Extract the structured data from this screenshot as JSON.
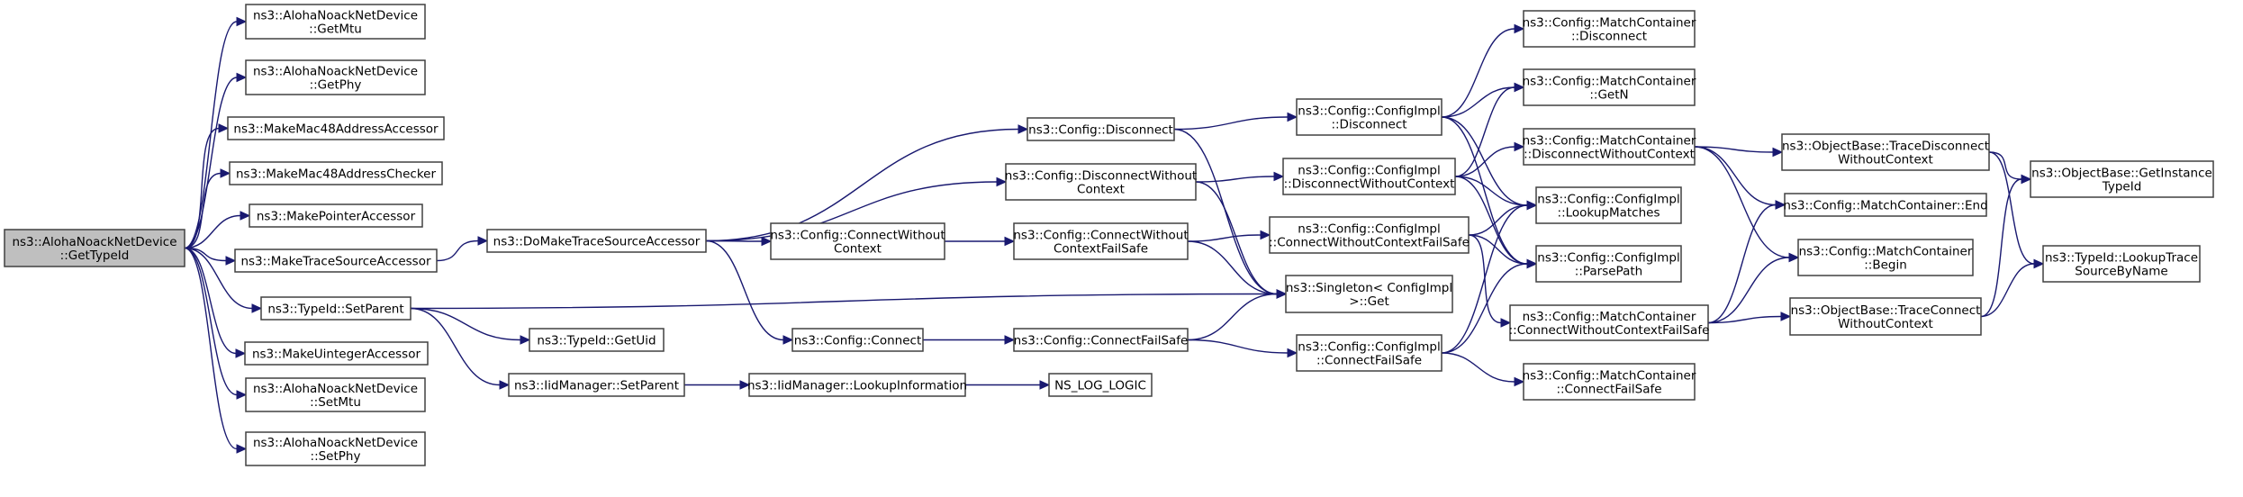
{
  "graph": {
    "type": "call-graph",
    "edge_color": "#191970",
    "root_fill": "#bfbfbf",
    "nodes": [
      {
        "id": "root",
        "lines": [
          "ns3::AlohaNoackNetDevice",
          "::GetTypeId"
        ],
        "root": true
      },
      {
        "id": "getmtu",
        "lines": [
          "ns3::AlohaNoackNetDevice",
          "::GetMtu"
        ]
      },
      {
        "id": "getphy",
        "lines": [
          "ns3::AlohaNoackNetDevice",
          "::GetPhy"
        ]
      },
      {
        "id": "mac48acc",
        "lines": [
          "ns3::MakeMac48AddressAccessor"
        ]
      },
      {
        "id": "mac48chk",
        "lines": [
          "ns3::MakeMac48AddressChecker"
        ]
      },
      {
        "id": "ptracc",
        "lines": [
          "ns3::MakePointerAccessor"
        ]
      },
      {
        "id": "traceacc",
        "lines": [
          "ns3::MakeTraceSourceAccessor"
        ]
      },
      {
        "id": "setparent",
        "lines": [
          "ns3::TypeId::SetParent"
        ]
      },
      {
        "id": "uintacc",
        "lines": [
          "ns3::MakeUintegerAccessor"
        ]
      },
      {
        "id": "setmtu",
        "lines": [
          "ns3::AlohaNoackNetDevice",
          "::SetMtu"
        ]
      },
      {
        "id": "setphy",
        "lines": [
          "ns3::AlohaNoackNetDevice",
          "::SetPhy"
        ]
      },
      {
        "id": "domake",
        "lines": [
          "ns3::DoMakeTraceSourceAccessor"
        ]
      },
      {
        "id": "getuid",
        "lines": [
          "ns3::TypeId::GetUid"
        ]
      },
      {
        "id": "iidsetparent",
        "lines": [
          "ns3::IidManager::SetParent"
        ]
      },
      {
        "id": "cfgdisc",
        "lines": [
          "ns3::Config::Disconnect"
        ]
      },
      {
        "id": "cfgdiscwc",
        "lines": [
          "ns3::Config::DisconnectWithout",
          "Context"
        ]
      },
      {
        "id": "cfgconnwc",
        "lines": [
          "ns3::Config::ConnectWithout",
          "Context"
        ]
      },
      {
        "id": "cfgconnwcfs",
        "lines": [
          "ns3::Config::ConnectWithout",
          "ContextFailSafe"
        ]
      },
      {
        "id": "cfgconn",
        "lines": [
          "ns3::Config::Connect"
        ]
      },
      {
        "id": "cfgconnfs",
        "lines": [
          "ns3::Config::ConnectFailSafe"
        ]
      },
      {
        "id": "lookupinfo",
        "lines": [
          "ns3::IidManager::LookupInformation"
        ]
      },
      {
        "id": "nslog",
        "lines": [
          "NS_LOG_LOGIC"
        ]
      },
      {
        "id": "implDisc",
        "lines": [
          "ns3::Config::ConfigImpl",
          "::Disconnect"
        ]
      },
      {
        "id": "implDiscWc",
        "lines": [
          "ns3::Config::ConfigImpl",
          "::DisconnectWithoutContext"
        ]
      },
      {
        "id": "implConnWcFs",
        "lines": [
          "ns3::Config::ConfigImpl",
          "::ConnectWithoutContextFailSafe"
        ]
      },
      {
        "id": "singleton",
        "lines": [
          "ns3::Singleton< ConfigImpl",
          ">::Get"
        ]
      },
      {
        "id": "implConnFs",
        "lines": [
          "ns3::Config::ConfigImpl",
          "::ConnectFailSafe"
        ]
      },
      {
        "id": "mcDisc",
        "lines": [
          "ns3::Config::MatchContainer",
          "::Disconnect"
        ]
      },
      {
        "id": "mcGetN",
        "lines": [
          "ns3::Config::MatchContainer",
          "::GetN"
        ]
      },
      {
        "id": "mcDiscWc",
        "lines": [
          "ns3::Config::MatchContainer",
          "::DisconnectWithoutContext"
        ]
      },
      {
        "id": "lookupMatches",
        "lines": [
          "ns3::Config::ConfigImpl",
          "::LookupMatches"
        ]
      },
      {
        "id": "parsePath",
        "lines": [
          "ns3::Config::ConfigImpl",
          "::ParsePath"
        ]
      },
      {
        "id": "mcConnWcFs",
        "lines": [
          "ns3::Config::MatchContainer",
          "::ConnectWithoutContextFailSafe"
        ]
      },
      {
        "id": "mcConnFs",
        "lines": [
          "ns3::Config::MatchContainer",
          "::ConnectFailSafe"
        ]
      },
      {
        "id": "traceDiscWc",
        "lines": [
          "ns3::ObjectBase::TraceDisconnect",
          "WithoutContext"
        ]
      },
      {
        "id": "mcEnd",
        "lines": [
          "ns3::Config::MatchContainer::End"
        ]
      },
      {
        "id": "mcBegin",
        "lines": [
          "ns3::Config::MatchContainer",
          "::Begin"
        ]
      },
      {
        "id": "traceConnWc",
        "lines": [
          "ns3::ObjectBase::TraceConnect",
          "WithoutContext"
        ]
      },
      {
        "id": "getInstTypeId",
        "lines": [
          "ns3::ObjectBase::GetInstance",
          "TypeId"
        ]
      },
      {
        "id": "lookupTrace",
        "lines": [
          "ns3::TypeId::LookupTrace",
          "SourceByName"
        ]
      }
    ],
    "edges": [
      [
        "root",
        "getmtu"
      ],
      [
        "root",
        "getphy"
      ],
      [
        "root",
        "mac48acc"
      ],
      [
        "root",
        "mac48chk"
      ],
      [
        "root",
        "ptracc"
      ],
      [
        "root",
        "traceacc"
      ],
      [
        "root",
        "setparent"
      ],
      [
        "root",
        "uintacc"
      ],
      [
        "root",
        "setmtu"
      ],
      [
        "root",
        "setphy"
      ],
      [
        "traceacc",
        "domake"
      ],
      [
        "setparent",
        "singleton"
      ],
      [
        "setparent",
        "getuid"
      ],
      [
        "setparent",
        "iidsetparent"
      ],
      [
        "domake",
        "cfgdisc"
      ],
      [
        "domake",
        "cfgdiscwc"
      ],
      [
        "domake",
        "cfgconnwc"
      ],
      [
        "domake",
        "cfgconn"
      ],
      [
        "iidsetparent",
        "lookupinfo"
      ],
      [
        "lookupinfo",
        "nslog"
      ],
      [
        "cfgconnwc",
        "cfgconnwcfs"
      ],
      [
        "cfgconn",
        "cfgconnfs"
      ],
      [
        "cfgdisc",
        "implDisc"
      ],
      [
        "cfgdisc",
        "singleton"
      ],
      [
        "cfgdiscwc",
        "implDiscWc"
      ],
      [
        "cfgdiscwc",
        "singleton"
      ],
      [
        "cfgconnwcfs",
        "implConnWcFs"
      ],
      [
        "cfgconnwcfs",
        "singleton"
      ],
      [
        "cfgconnfs",
        "implConnFs"
      ],
      [
        "cfgconnfs",
        "singleton"
      ],
      [
        "implDisc",
        "mcDisc"
      ],
      [
        "implDisc",
        "mcGetN"
      ],
      [
        "implDisc",
        "lookupMatches"
      ],
      [
        "implDisc",
        "parsePath"
      ],
      [
        "implDiscWc",
        "mcGetN"
      ],
      [
        "implDiscWc",
        "mcDiscWc"
      ],
      [
        "implDiscWc",
        "lookupMatches"
      ],
      [
        "implDiscWc",
        "parsePath"
      ],
      [
        "implConnWcFs",
        "lookupMatches"
      ],
      [
        "implConnWcFs",
        "parsePath"
      ],
      [
        "implConnWcFs",
        "mcConnWcFs"
      ],
      [
        "implConnFs",
        "lookupMatches"
      ],
      [
        "implConnFs",
        "parsePath"
      ],
      [
        "implConnFs",
        "mcConnFs"
      ],
      [
        "mcDiscWc",
        "traceDiscWc"
      ],
      [
        "mcDiscWc",
        "mcEnd"
      ],
      [
        "mcDiscWc",
        "mcBegin"
      ],
      [
        "mcConnWcFs",
        "mcEnd"
      ],
      [
        "mcConnWcFs",
        "mcBegin"
      ],
      [
        "mcConnWcFs",
        "traceConnWc"
      ],
      [
        "traceDiscWc",
        "getInstTypeId"
      ],
      [
        "traceDiscWc",
        "lookupTrace"
      ],
      [
        "traceConnWc",
        "getInstTypeId"
      ],
      [
        "traceConnWc",
        "lookupTrace"
      ]
    ]
  }
}
